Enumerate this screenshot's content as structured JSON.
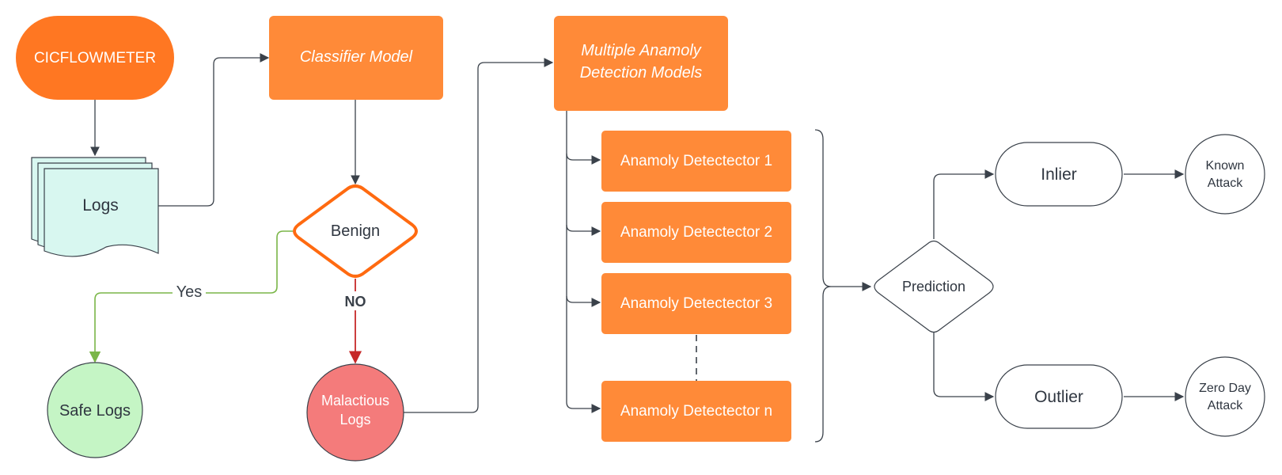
{
  "colors": {
    "orange_pill": "#FF7722",
    "orange_box": "#FF8A38",
    "orange_border": "#FF6A10",
    "logs_fill": "#D8F7F0",
    "safe_fill": "#C5F5C5",
    "malicious_fill": "#F47B7B",
    "yes_line": "#7AB648",
    "no_line": "#C62828",
    "line": "#3A414A"
  },
  "nodes": {
    "cicflowmeter": {
      "label": "CICFLOWMETER"
    },
    "logs": {
      "label": "Logs"
    },
    "classifier": {
      "label": "Classifier Model"
    },
    "benign": {
      "label": "Benign"
    },
    "safe_logs": {
      "label": "Safe Logs"
    },
    "malicious_logs": {
      "line1": "Malactious",
      "line2": "Logs"
    },
    "multi_models": {
      "line1": "Multiple Anamoly",
      "line2": "Detection Models"
    },
    "detectors": [
      {
        "label": "Anamoly Detectector 1"
      },
      {
        "label": "Anamoly Detectector 2"
      },
      {
        "label": "Anamoly Detectector 3"
      },
      {
        "label": "Anamoly Detectector n"
      }
    ],
    "prediction": {
      "label": "Prediction"
    },
    "inlier": {
      "label": "Inlier"
    },
    "outlier": {
      "label": "Outlier"
    },
    "known_attack": {
      "line1": "Known",
      "line2": "Attack"
    },
    "zero_day": {
      "line1": "Zero Day",
      "line2": "Attack"
    }
  },
  "edge_labels": {
    "yes": "Yes",
    "no": "NO"
  }
}
